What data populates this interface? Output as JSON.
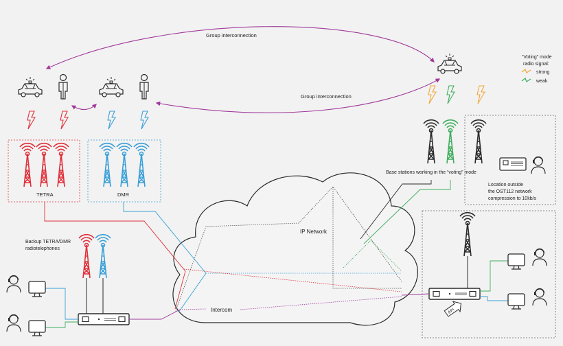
{
  "labels": {
    "group_interconnection_top": "Group interconnection",
    "group_interconnection_mid": "Group interconnection",
    "voting_legend_title_1": "“Voting” mode",
    "voting_legend_title_2": "radio signal:",
    "legend_strong": "strong",
    "legend_weak": "weak",
    "tetra": "TETRA",
    "dmr": "DMR",
    "base_stations": "Base stations working in the “voting” mode",
    "location_line1": "Location outside",
    "location_line2": "the OST112 network",
    "location_line3": "compression to 10kb/s",
    "ip_network": "IP Network",
    "backup_line1": "Backup TETRA/DMR",
    "backup_line2": "radiotelephones",
    "intercom": "Intercom",
    "api": "API"
  },
  "colors": {
    "tetra_red": "#e0303a",
    "dmr_blue": "#3a9fd8",
    "purple": "#a0399a",
    "green": "#3fae5e",
    "orange": "#f2a93b",
    "dark": "#2b2b2b",
    "gray": "#888888"
  },
  "icons": {
    "car": "police-car-icon",
    "person": "person-icon",
    "tower": "radio-tower-icon",
    "monitor": "monitor-icon",
    "operator": "headset-operator-icon",
    "device": "dispatch-device-icon",
    "lightning": "lightning-icon",
    "cloud": "cloud-icon"
  }
}
